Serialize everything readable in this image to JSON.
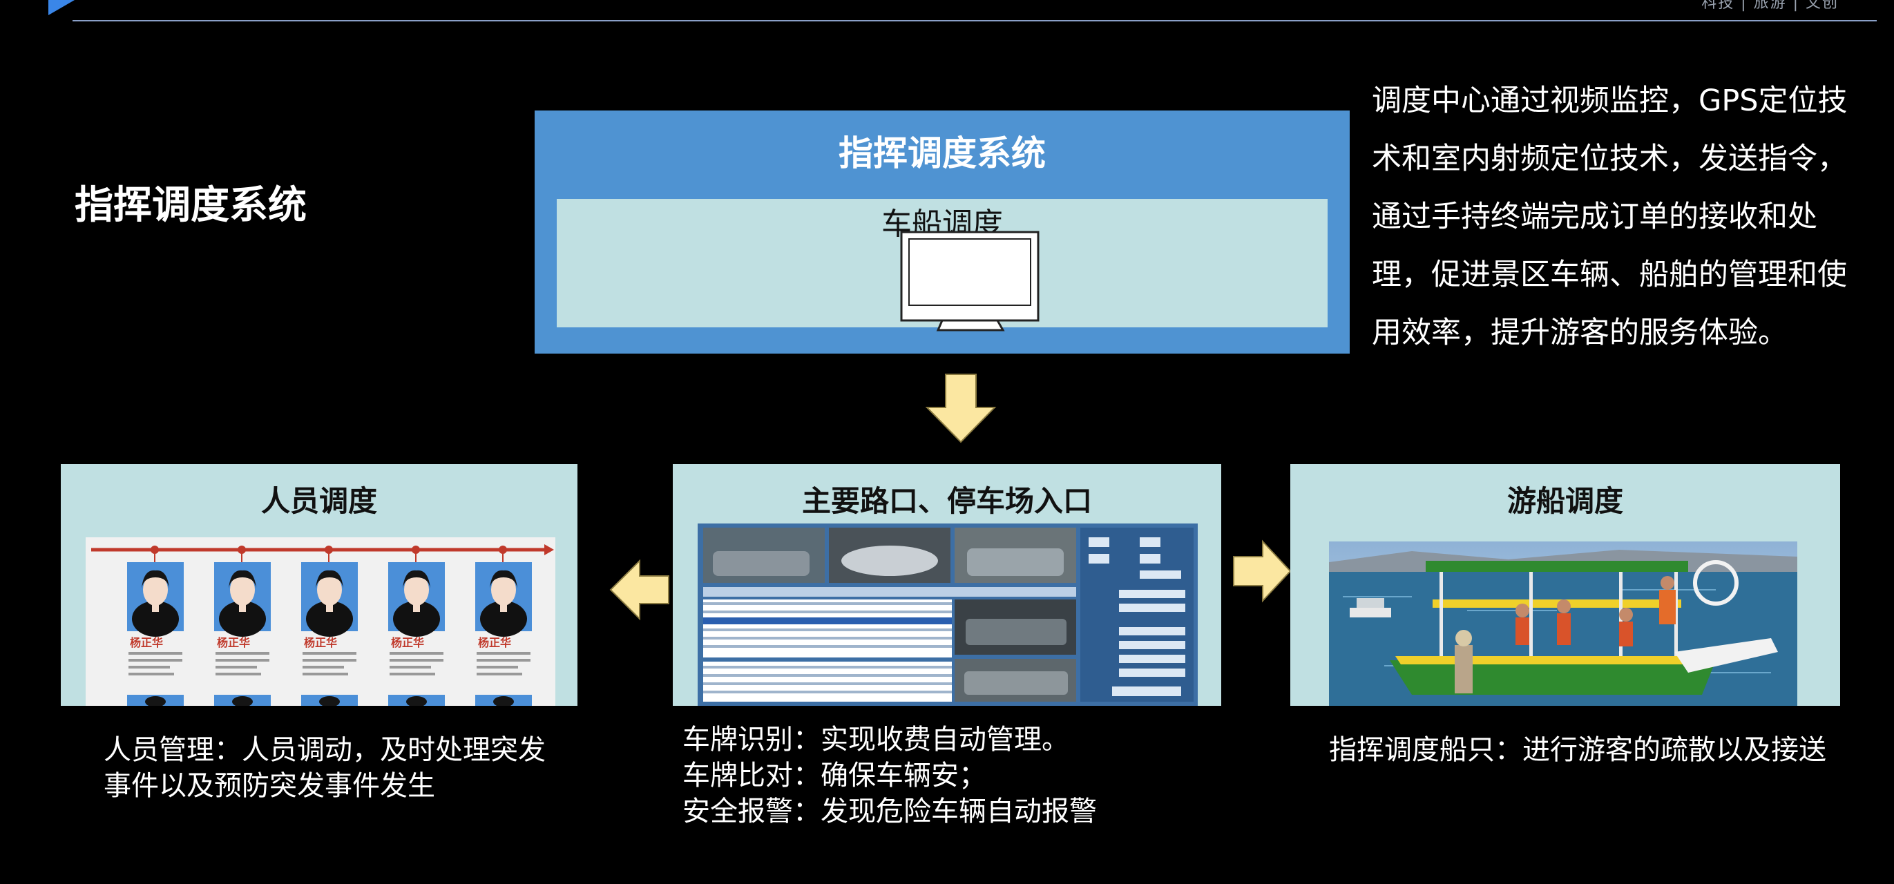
{
  "header": {
    "top_right_text": "科技 | 旅游 | 文创"
  },
  "page_title": "指挥调度系统",
  "command_box": {
    "title": "指挥调度系统",
    "inner_label": "车船调度"
  },
  "description": "调度中心通过视频监控，GPS定位技术和室内射频定位技术，发送指令，通过手持终端完成订单的接收和处理，促进景区车辆、船舶的管理和使用效率，提升游客的服务体验。",
  "cards": {
    "personnel": {
      "title": "人员调度",
      "caption": "人员管理：人员调动，及时处理突发事件以及预防突发事件发生",
      "id_name": "杨正华"
    },
    "intersection": {
      "title": "主要路口、停车场入口",
      "caption_lines": [
        "车牌识别：实现收费自动管理。",
        "车牌比对：确保车辆安；",
        "安全报警：发现危险车辆自动报警"
      ]
    },
    "boat": {
      "title": "游船调度",
      "caption": "指挥调度船只：进行游客的疏散以及接送"
    }
  },
  "colors": {
    "background": "#000000",
    "command_blue": "#4f93d2",
    "panel_light": "#c0e0e2",
    "arrow_fill": "#fbe7a1",
    "corner_accent": "#3a86e8"
  }
}
